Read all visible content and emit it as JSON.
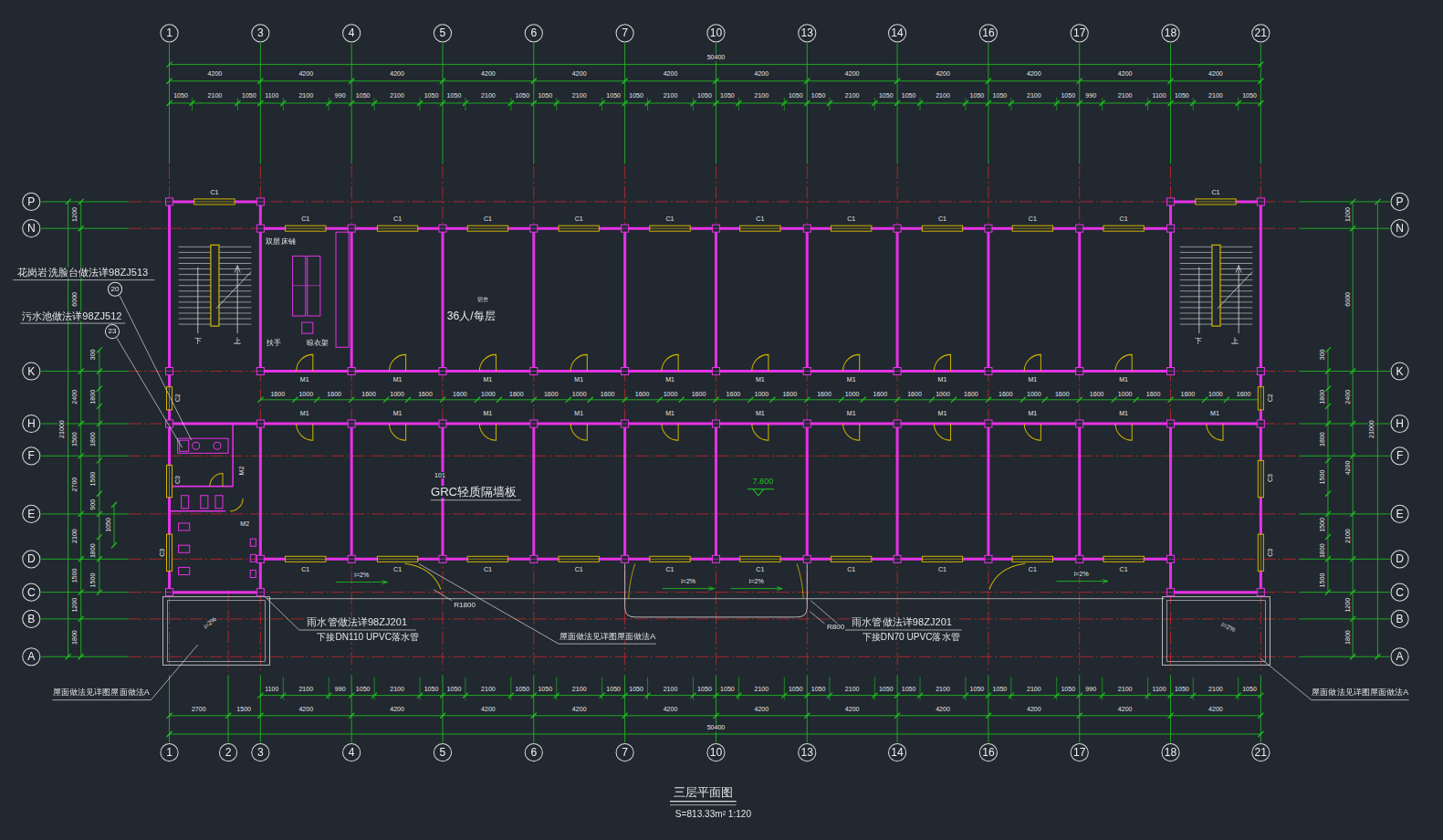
{
  "diagram": {
    "title": "三层平面图",
    "caption": "S=813.33m² 1:120",
    "nodes": [
      {
        "text": [
          "1"
        ]
      },
      {
        "text": [
          "3"
        ]
      },
      {
        "text": [
          "4"
        ]
      },
      {
        "text": [
          "5"
        ]
      },
      {
        "text": [
          "6"
        ]
      },
      {
        "text": [
          "7"
        ]
      },
      {
        "text": [
          "10"
        ]
      },
      {
        "text": [
          "13"
        ]
      },
      {
        "text": [
          "14"
        ]
      },
      {
        "text": [
          "16"
        ]
      },
      {
        "text": [
          "17"
        ]
      },
      {
        "text": [
          "18"
        ]
      },
      {
        "text": [
          "21"
        ]
      },
      {
        "text": [
          "P"
        ]
      },
      {
        "text": [
          "N"
        ]
      },
      {
        "text": [
          "K"
        ]
      },
      {
        "text": [
          "H"
        ]
      },
      {
        "text": [
          "F"
        ]
      },
      {
        "text": [
          "E"
        ]
      },
      {
        "text": [
          "D"
        ]
      },
      {
        "text": [
          "C"
        ]
      },
      {
        "text": [
          "B"
        ]
      },
      {
        "text": [
          "A"
        ]
      },
      {
        "text": [
          "P"
        ]
      },
      {
        "text": [
          "N"
        ]
      },
      {
        "text": [
          "K"
        ]
      },
      {
        "text": [
          "H"
        ]
      },
      {
        "text": [
          "F"
        ]
      },
      {
        "text": [
          "E"
        ]
      },
      {
        "text": [
          "D"
        ]
      },
      {
        "text": [
          "C"
        ]
      },
      {
        "text": [
          "B"
        ]
      },
      {
        "text": [
          "A"
        ]
      },
      {
        "text": [
          "1"
        ]
      },
      {
        "text": [
          "2"
        ]
      },
      {
        "text": [
          "3"
        ]
      },
      {
        "text": [
          "4"
        ]
      },
      {
        "text": [
          "5"
        ]
      },
      {
        "text": [
          "6"
        ]
      },
      {
        "text": [
          "7"
        ]
      },
      {
        "text": [
          "10"
        ]
      },
      {
        "text": [
          "13"
        ]
      },
      {
        "text": [
          "14"
        ]
      },
      {
        "text": [
          "16"
        ]
      },
      {
        "text": [
          "17"
        ]
      },
      {
        "text": [
          "18"
        ]
      },
      {
        "text": [
          "21"
        ]
      },
      {
        "text": [
          "20"
        ]
      },
      {
        "text": [
          "23"
        ]
      }
    ],
    "labels": [
      "50400",
      "4200",
      "4200",
      "4200",
      "4200",
      "4200",
      "4200",
      "4200",
      "4200",
      "4200",
      "4200",
      "4200",
      "4200",
      "1050",
      "2100",
      "1050",
      "1100",
      "2100",
      "990",
      "1050",
      "2100",
      "1050",
      "1050",
      "2100",
      "1050",
      "1050",
      "2100",
      "1050",
      "1050",
      "2100",
      "1050",
      "1050",
      "2100",
      "1050",
      "1050",
      "2100",
      "1050",
      "1050",
      "2100",
      "1050",
      "1050",
      "2100",
      "1050",
      "990",
      "2100",
      "1100",
      "1050",
      "2100",
      "1050",
      "1100",
      "2100",
      "990",
      "1050",
      "2100",
      "1050",
      "1050",
      "2100",
      "1050",
      "1050",
      "2100",
      "1050",
      "1050",
      "2100",
      "1050",
      "1050",
      "2100",
      "1050",
      "1050",
      "2100",
      "1050",
      "1050",
      "2100",
      "1050",
      "1050",
      "2100",
      "1050",
      "990",
      "2100",
      "1100",
      "1050",
      "2100",
      "1050",
      "2700",
      "1500",
      "4200",
      "4200",
      "4200",
      "4200",
      "4200",
      "4200",
      "4200",
      "4200",
      "4200",
      "4200",
      "4200",
      "50400",
      "1600",
      "1000",
      "1600",
      "1600",
      "1000",
      "1600",
      "1600",
      "1000",
      "1600",
      "1600",
      "1000",
      "1600",
      "1600",
      "1000",
      "1600",
      "1600",
      "1000",
      "1600",
      "1600",
      "1000",
      "1600",
      "1600",
      "1000",
      "1600",
      "1600",
      "1000",
      "1600",
      "1600",
      "1000",
      "1600",
      "1600",
      "1000",
      "1600",
      "21000",
      "1200",
      "6000",
      "2400",
      "1500",
      "2700",
      "2100",
      "1500",
      "1200",
      "1800",
      "300",
      "1800",
      "1800",
      "1500",
      "900",
      "1800",
      "1500",
      "1050",
      "300",
      "1800",
      "1800",
      "1500",
      "1500",
      "1800",
      "1500",
      "1200",
      "6000",
      "2400",
      "4200",
      "2100",
      "1200",
      "1800",
      "21000",
      "C1",
      "C1",
      "C1",
      "C1",
      "C1",
      "C1",
      "C1",
      "C1",
      "C1",
      "C1",
      "C1",
      "C1",
      "C1",
      "C1",
      "C1",
      "C1",
      "C1",
      "C1",
      "C1",
      "C1",
      "C1",
      "C1",
      "M1",
      "M1",
      "M1",
      "M1",
      "M1",
      "M1",
      "M1",
      "M1",
      "M1",
      "M1",
      "M1",
      "M1",
      "M1",
      "M1",
      "M1",
      "M1",
      "M1",
      "M1",
      "M1",
      "M1",
      "M1",
      "双层床铺",
      "宿舍",
      "36人/每层",
      "扶手",
      "晾衣架",
      "101",
      "GRC轻质隔墙板",
      "7.800",
      "C2",
      "C2",
      "C3",
      "C3",
      "C3",
      "C3",
      "M2",
      "M2",
      "i=2%",
      "i=2%",
      "i=2%",
      "i=2%",
      "i=2%",
      "i=2%",
      "R1800",
      "R800",
      "花岗岩洗脸台做法详98ZJ513",
      "污水池做法详98ZJ512",
      "雨水管做法详98ZJ201",
      "下接DN110 UPVC落水管",
      "雨水管做法详98ZJ201",
      "下接DN70 UPVC落水管",
      "屋面做法见详图屋面做法A",
      "屋面做法见详图屋面做法A",
      "屋面做法见详图屋面做法A",
      "下",
      "上",
      "下",
      "上"
    ]
  }
}
